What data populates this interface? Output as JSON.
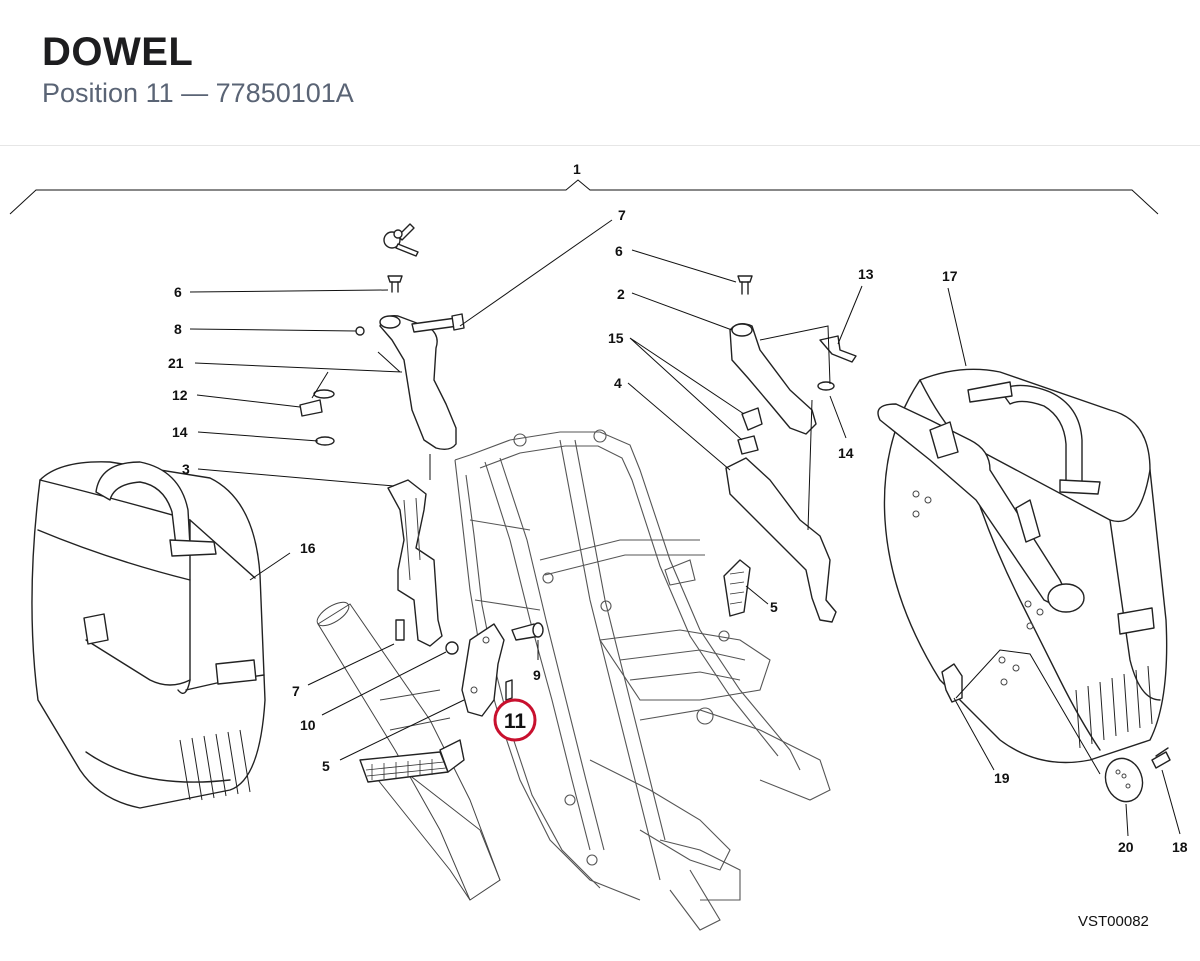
{
  "header": {
    "title": "DOWEL",
    "position_label": "Position",
    "position_number": "11",
    "separator": "—",
    "part_number": "77850101A"
  },
  "diagram": {
    "callouts": [
      "1",
      "7",
      "6",
      "2",
      "13",
      "17",
      "6",
      "8",
      "21",
      "15",
      "4",
      "12",
      "14",
      "14",
      "3",
      "16",
      "5",
      "9",
      "7",
      "10",
      "11",
      "5",
      "19",
      "20",
      "18"
    ],
    "highlighted_callout": "11",
    "highlight_color": "#c8102e",
    "reference_code": "VST00082"
  }
}
